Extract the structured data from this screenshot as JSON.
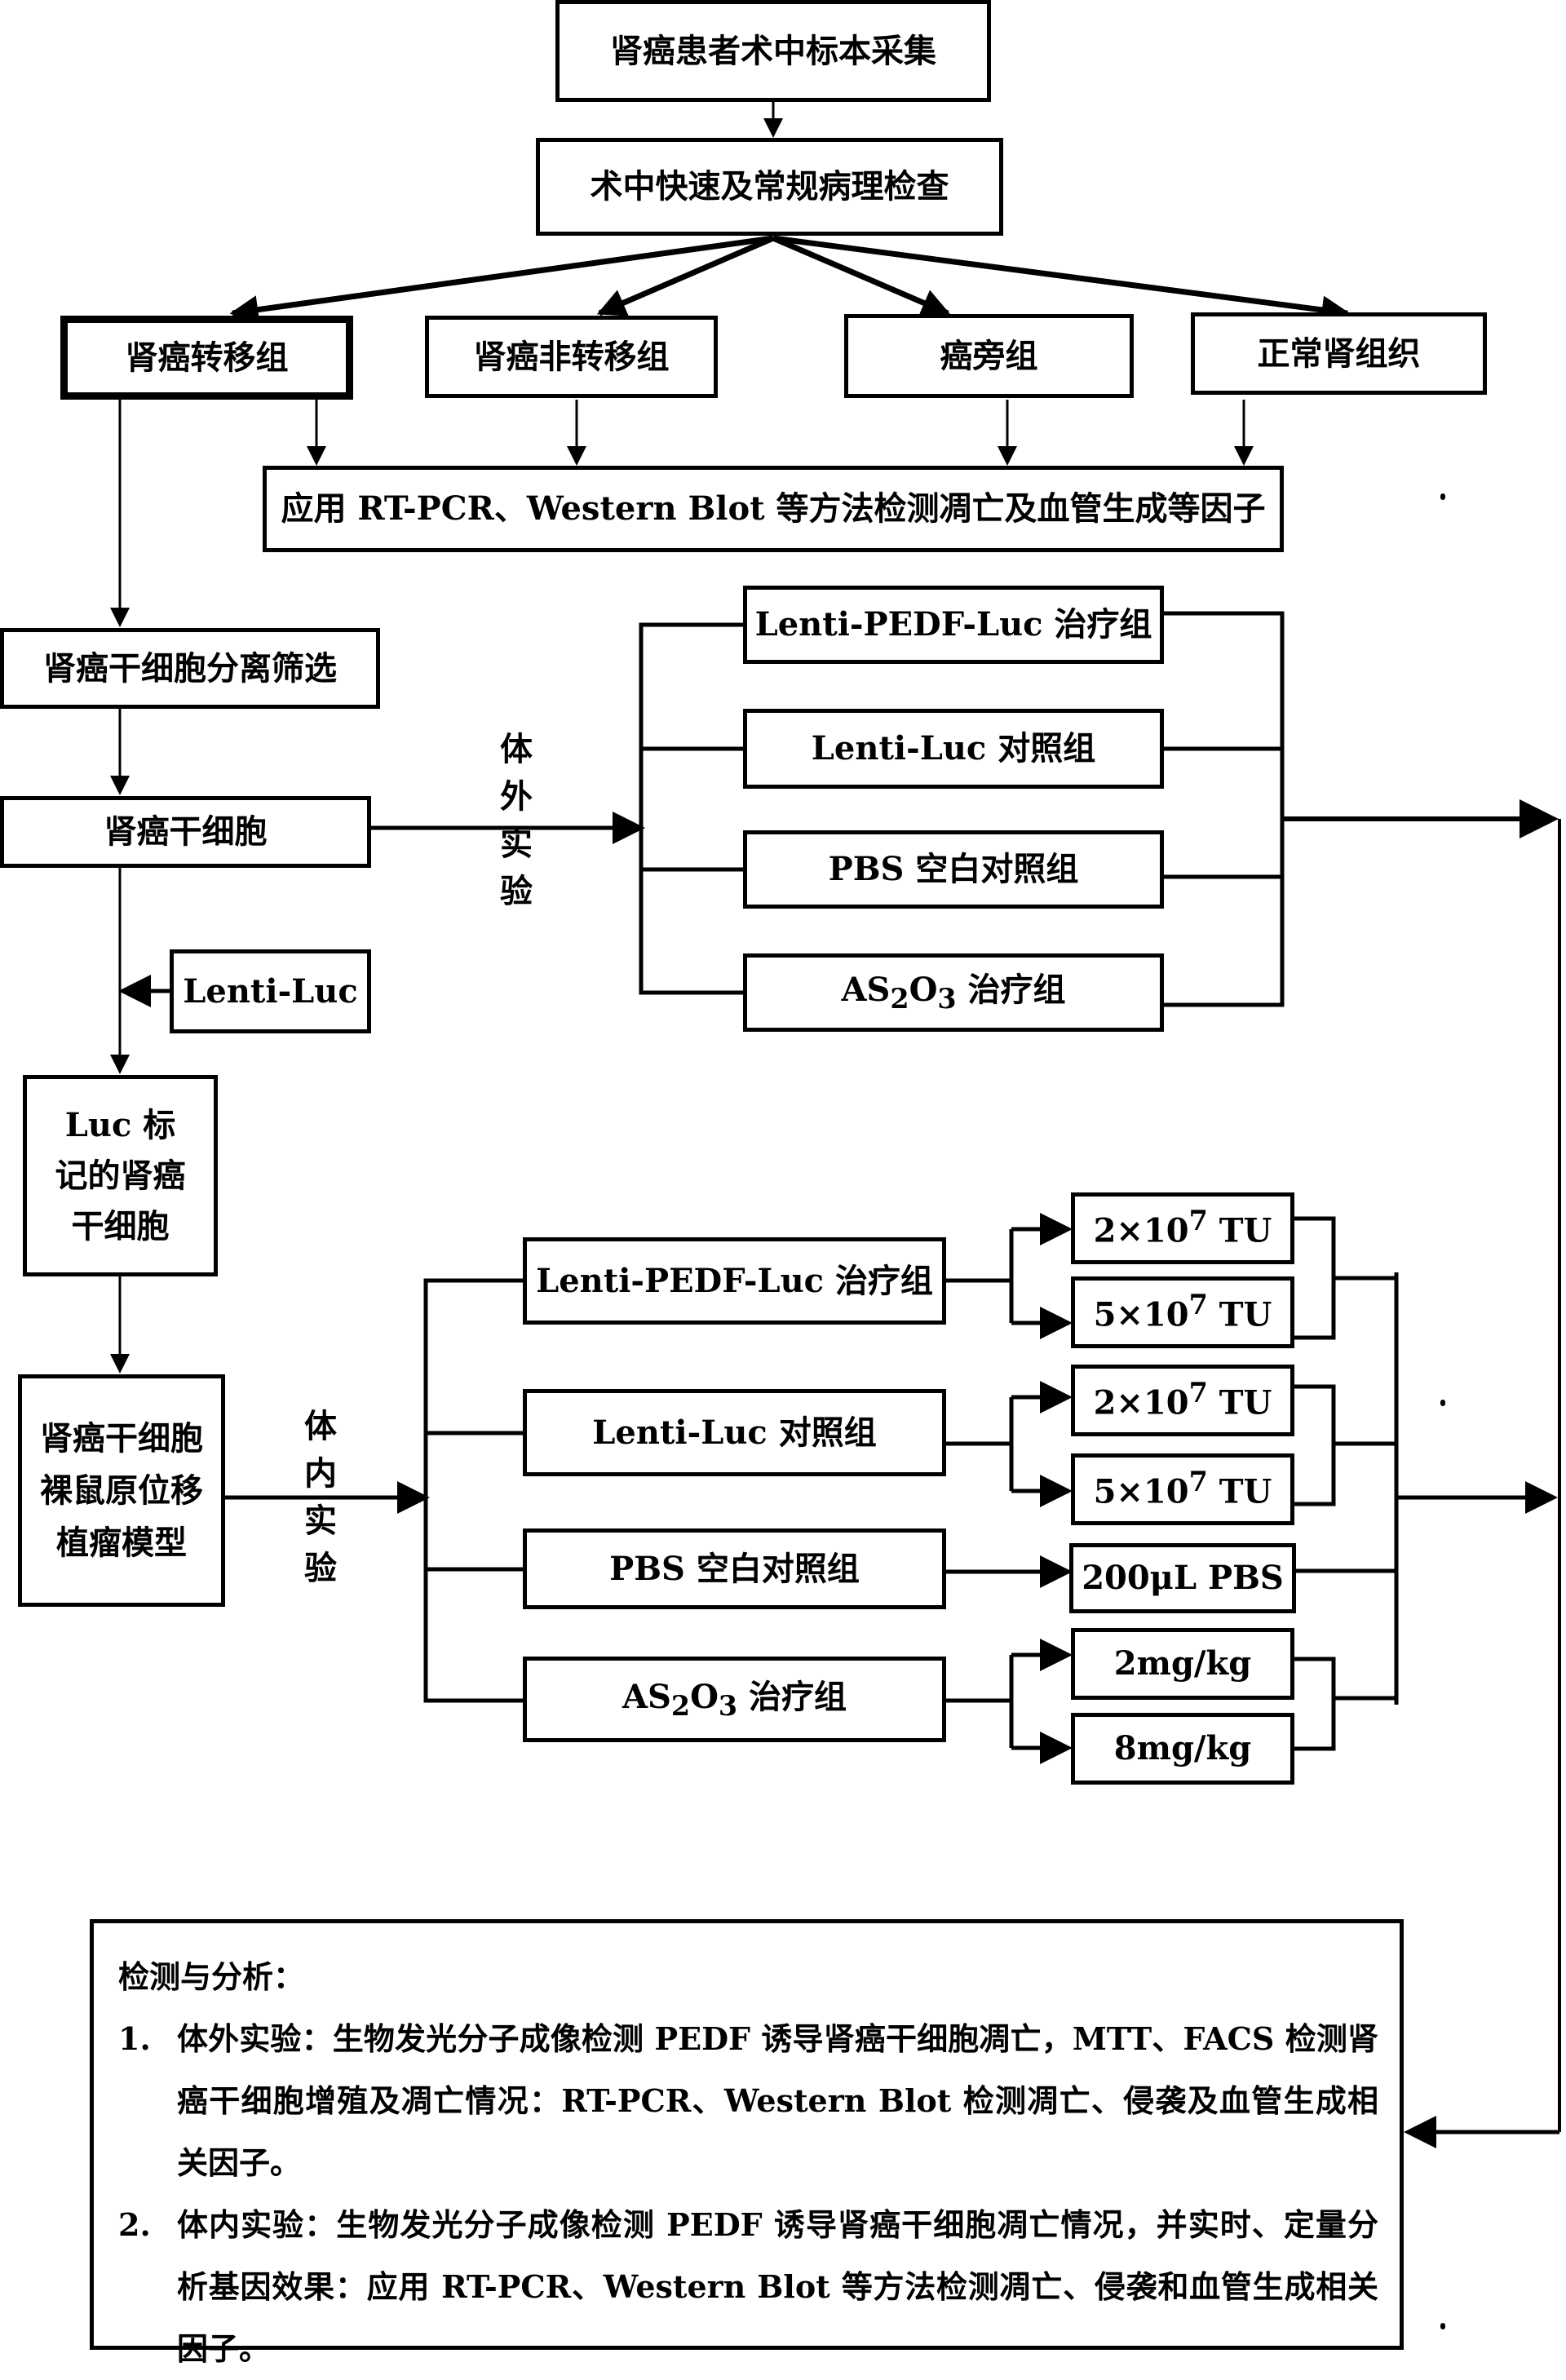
{
  "flow": {
    "collect": "肾癌患者术中标本采集",
    "pathology": "术中快速及常规病理检查",
    "groups": [
      "肾癌转移组",
      "肾癌非转移组",
      "癌旁组",
      "正常肾组织"
    ],
    "detect_factors": "应用 RT-PCR、Western Blot 等方法检测凋亡及血管生成等因子",
    "stem_screen": "肾癌干细胞分离筛选",
    "stem_cell": "肾癌干细胞",
    "lenti_luc": "Lenti-Luc",
    "luc_labeled": "Luc 标记的肾癌干细胞",
    "model": "肾癌干细胞裸鼠原位移植瘤模型",
    "in_vitro_label": "体外实验",
    "in_vivo_label": "体内实验"
  },
  "in_vitro_groups": [
    "Lenti-PEDF-Luc 治疗组",
    "Lenti-Luc 对照组",
    "PBS 空白对照组",
    "AS2O3 治疗组"
  ],
  "in_vivo_groups": [
    "Lenti-PEDF-Luc 治疗组",
    "Lenti-Luc 对照组",
    "PBS 空白对照组",
    "AS2O3 治疗组"
  ],
  "doses": {
    "pedf": [
      "2×10^7 TU",
      "5×10^7 TU"
    ],
    "luc": [
      "2×10^7 TU",
      "5×10^7 TU"
    ],
    "pbs": [
      "200μL PBS"
    ],
    "as2o3": [
      "2mg/kg",
      "8mg/kg"
    ]
  },
  "analysis": {
    "title": "检测与分析：",
    "items": [
      {
        "num": "1.",
        "lead": "体外实验：",
        "text": "生物发光分子成像检测 PEDF 诱导肾癌干细胞凋亡，MTT、FACS 检测肾癌干细胞增殖及凋亡情况：RT-PCR、Western Blot 检测凋亡、侵袭及血管生成相关因子。"
      },
      {
        "num": "2.",
        "lead": "体内实验：",
        "text": "生物发光分子成像检测 PEDF 诱导肾癌干细胞凋亡情况，并实时、定量分析基因效果：应用 RT-PCR、Western Blot 等方法检测凋亡、侵袭和血管生成相关因子。"
      }
    ]
  }
}
